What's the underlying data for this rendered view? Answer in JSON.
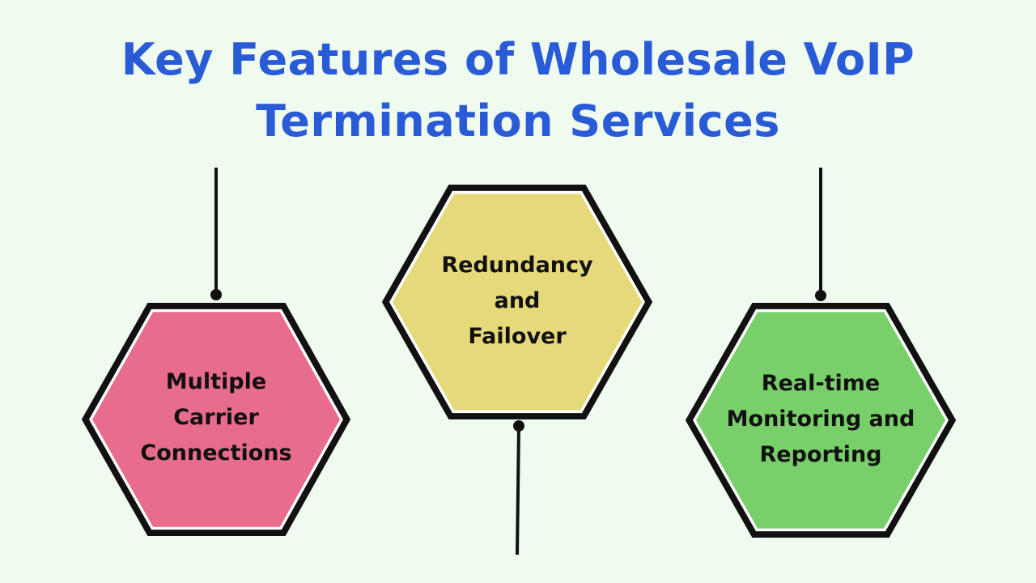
{
  "title": {
    "line1": "Key Features of Wholesale VoIP",
    "line2": "Termination Services"
  },
  "features": [
    {
      "label_lines": [
        "Multiple",
        "Carrier",
        "Connections"
      ],
      "color": "#e86c8c"
    },
    {
      "label_lines": [
        "Redundancy",
        "and",
        "Failover"
      ],
      "color": "#e6d97a"
    },
    {
      "label_lines": [
        "Real-time",
        "Monitoring and",
        "Reporting"
      ],
      "color": "#79cf6a"
    }
  ]
}
